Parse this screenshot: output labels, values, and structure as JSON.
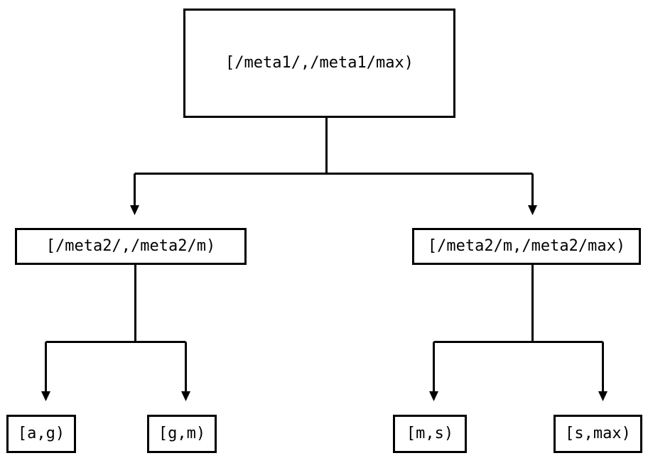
{
  "diagram": {
    "type": "tree",
    "orientation": "top-down",
    "background_color": "#ffffff",
    "line_color": "#000000",
    "text_color": "#000000",
    "edge_style": "orthogonal-elbow",
    "arrowhead": "filled-triangle-down",
    "nodes": {
      "root": {
        "label": "[/meta1/,/meta1/max)"
      },
      "mid_left": {
        "label": "[/meta2/,/meta2/m)"
      },
      "mid_right": {
        "label": "[/meta2/m,/meta2/max)"
      },
      "leaf_1": {
        "label": "[a,g)"
      },
      "leaf_2": {
        "label": "[g,m)"
      },
      "leaf_3": {
        "label": "[m,s)"
      },
      "leaf_4": {
        "label": "[s,max)"
      }
    },
    "edges": [
      {
        "from": "root",
        "to": "mid_left"
      },
      {
        "from": "root",
        "to": "mid_right"
      },
      {
        "from": "mid_left",
        "to": "leaf_1"
      },
      {
        "from": "mid_left",
        "to": "leaf_2"
      },
      {
        "from": "mid_right",
        "to": "leaf_3"
      },
      {
        "from": "mid_right",
        "to": "leaf_4"
      }
    ]
  }
}
